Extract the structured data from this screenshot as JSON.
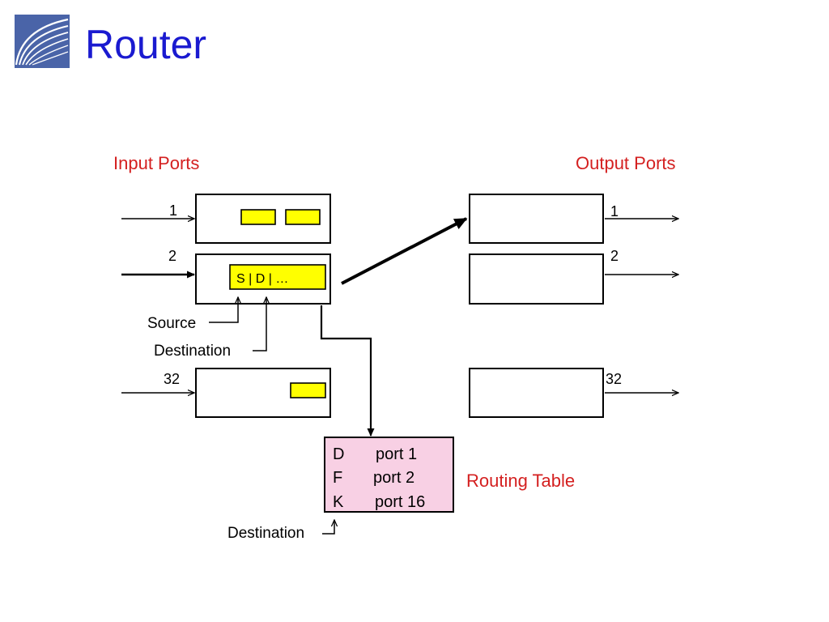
{
  "slide": {
    "title": "Router"
  },
  "colors": {
    "title": "#1a1ad0",
    "heading": "#d42020",
    "packet": "#ffff00",
    "routing_table_fill": "#f8d0e4"
  },
  "headings": {
    "input_ports": "Input Ports",
    "output_ports": "Output Ports",
    "routing_table": "Routing Table"
  },
  "input_ports": [
    {
      "number": "1",
      "buffered_packets": 2
    },
    {
      "number": "2",
      "packet_label": "S | D | …"
    },
    {
      "number": "32",
      "buffered_packets": 1
    }
  ],
  "output_ports": [
    {
      "number": "1"
    },
    {
      "number": "2"
    },
    {
      "number": "32"
    }
  ],
  "labels": {
    "source": "Source",
    "destination": "Destination",
    "destination_lookup": "Destination"
  },
  "routing_table": [
    {
      "dest": "D",
      "port": "port 1"
    },
    {
      "dest": "F",
      "port": "port 2"
    },
    {
      "dest": "K",
      "port": "port 16"
    }
  ]
}
